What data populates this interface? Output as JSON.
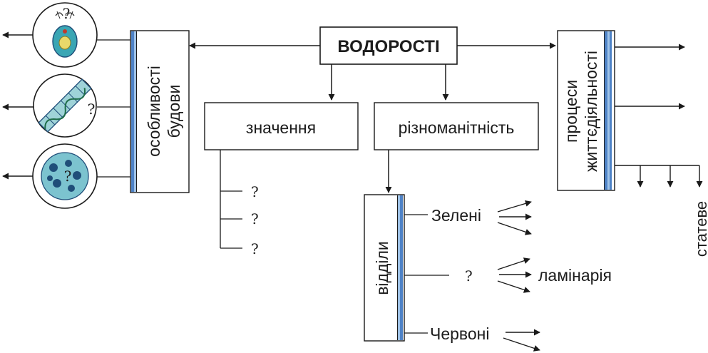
{
  "root": {
    "label": "ВОДОРОСТІ"
  },
  "structure": {
    "label_line1": "особливості",
    "label_line2": "будови",
    "image_question": "?"
  },
  "life_processes": {
    "label_line1": "процеси",
    "label_line2": "життєдіяльності",
    "reproduction_label": "статеве"
  },
  "significance": {
    "label": "значення",
    "items": [
      "?",
      "?",
      "?"
    ]
  },
  "diversity": {
    "label": "різноманітність"
  },
  "divisions": {
    "label": "відділи",
    "items": [
      {
        "name": "Зелені"
      },
      {
        "name": "?"
      },
      {
        "name": "Червоні"
      }
    ],
    "example_label": "ламінарія"
  },
  "colors": {
    "line": "#1a1a1a",
    "stripe_blue": "#4f83c7",
    "stripe_light": "#9fc3e8",
    "cell_teal": "#3aa6b4",
    "cell_dark": "#1f4e79"
  }
}
